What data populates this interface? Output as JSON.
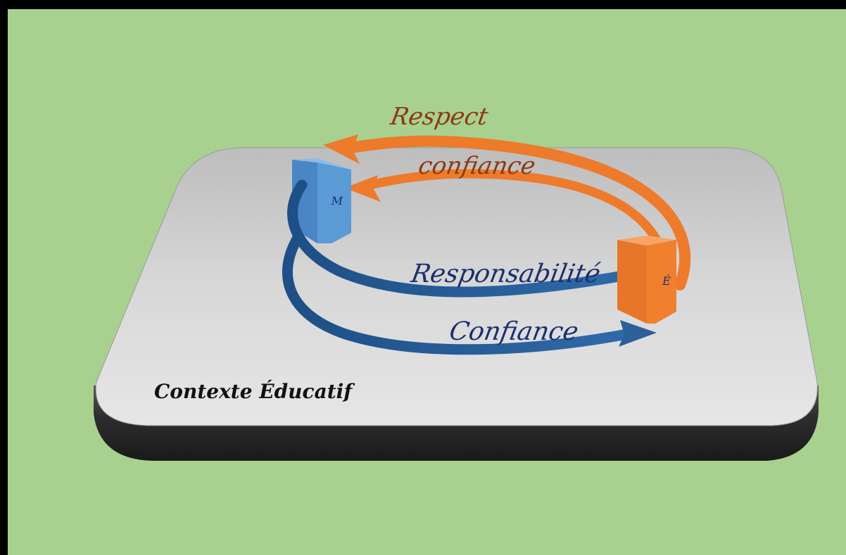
{
  "colors": {
    "background": "#a8d190",
    "frame": "#000000",
    "platform_top": "#d5d5d5",
    "platform_side": "#3a3a3a",
    "orange": "#ee7a2c",
    "orange_text": "#8a3a12",
    "blue": "#2d5f9a",
    "blue_text": "#1b2f6b",
    "box_blue": "#5b9bd5",
    "box_orange": "#f07f2e"
  },
  "nodes": {
    "m_label": "M",
    "e_label": "É"
  },
  "labels": {
    "respect": "Respect",
    "confiance_top": "confiance",
    "responsabilite": "Responsabilité",
    "confiance_bottom": "Confiance",
    "context": "Contexte Éducatif"
  }
}
